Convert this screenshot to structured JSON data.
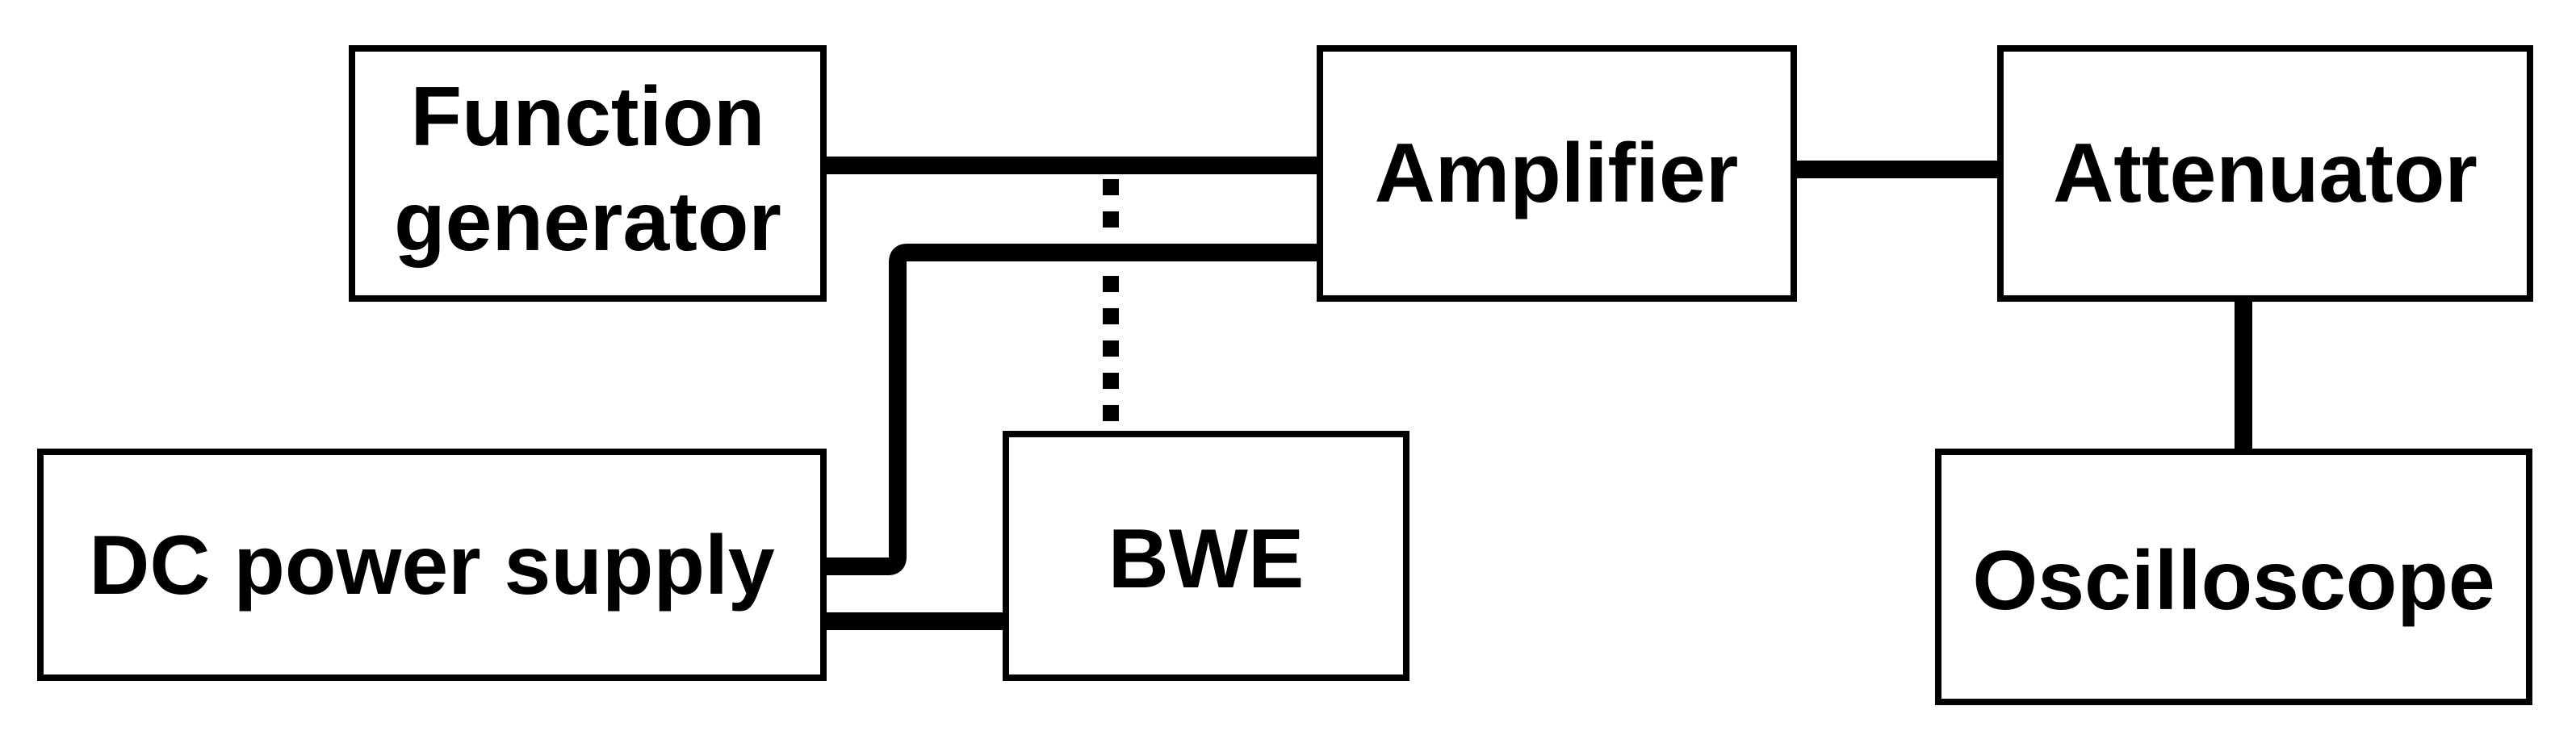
{
  "blocks": {
    "function_generator": {
      "line1": "Function",
      "line2": "generator"
    },
    "amplifier": "Amplifier",
    "attenuator": "Attenuator",
    "dc_power_supply": "DC power supply",
    "bwe": "BWE",
    "oscilloscope": "Oscilloscope"
  },
  "colors": {
    "line": "#000000",
    "background": "#ffffff"
  }
}
